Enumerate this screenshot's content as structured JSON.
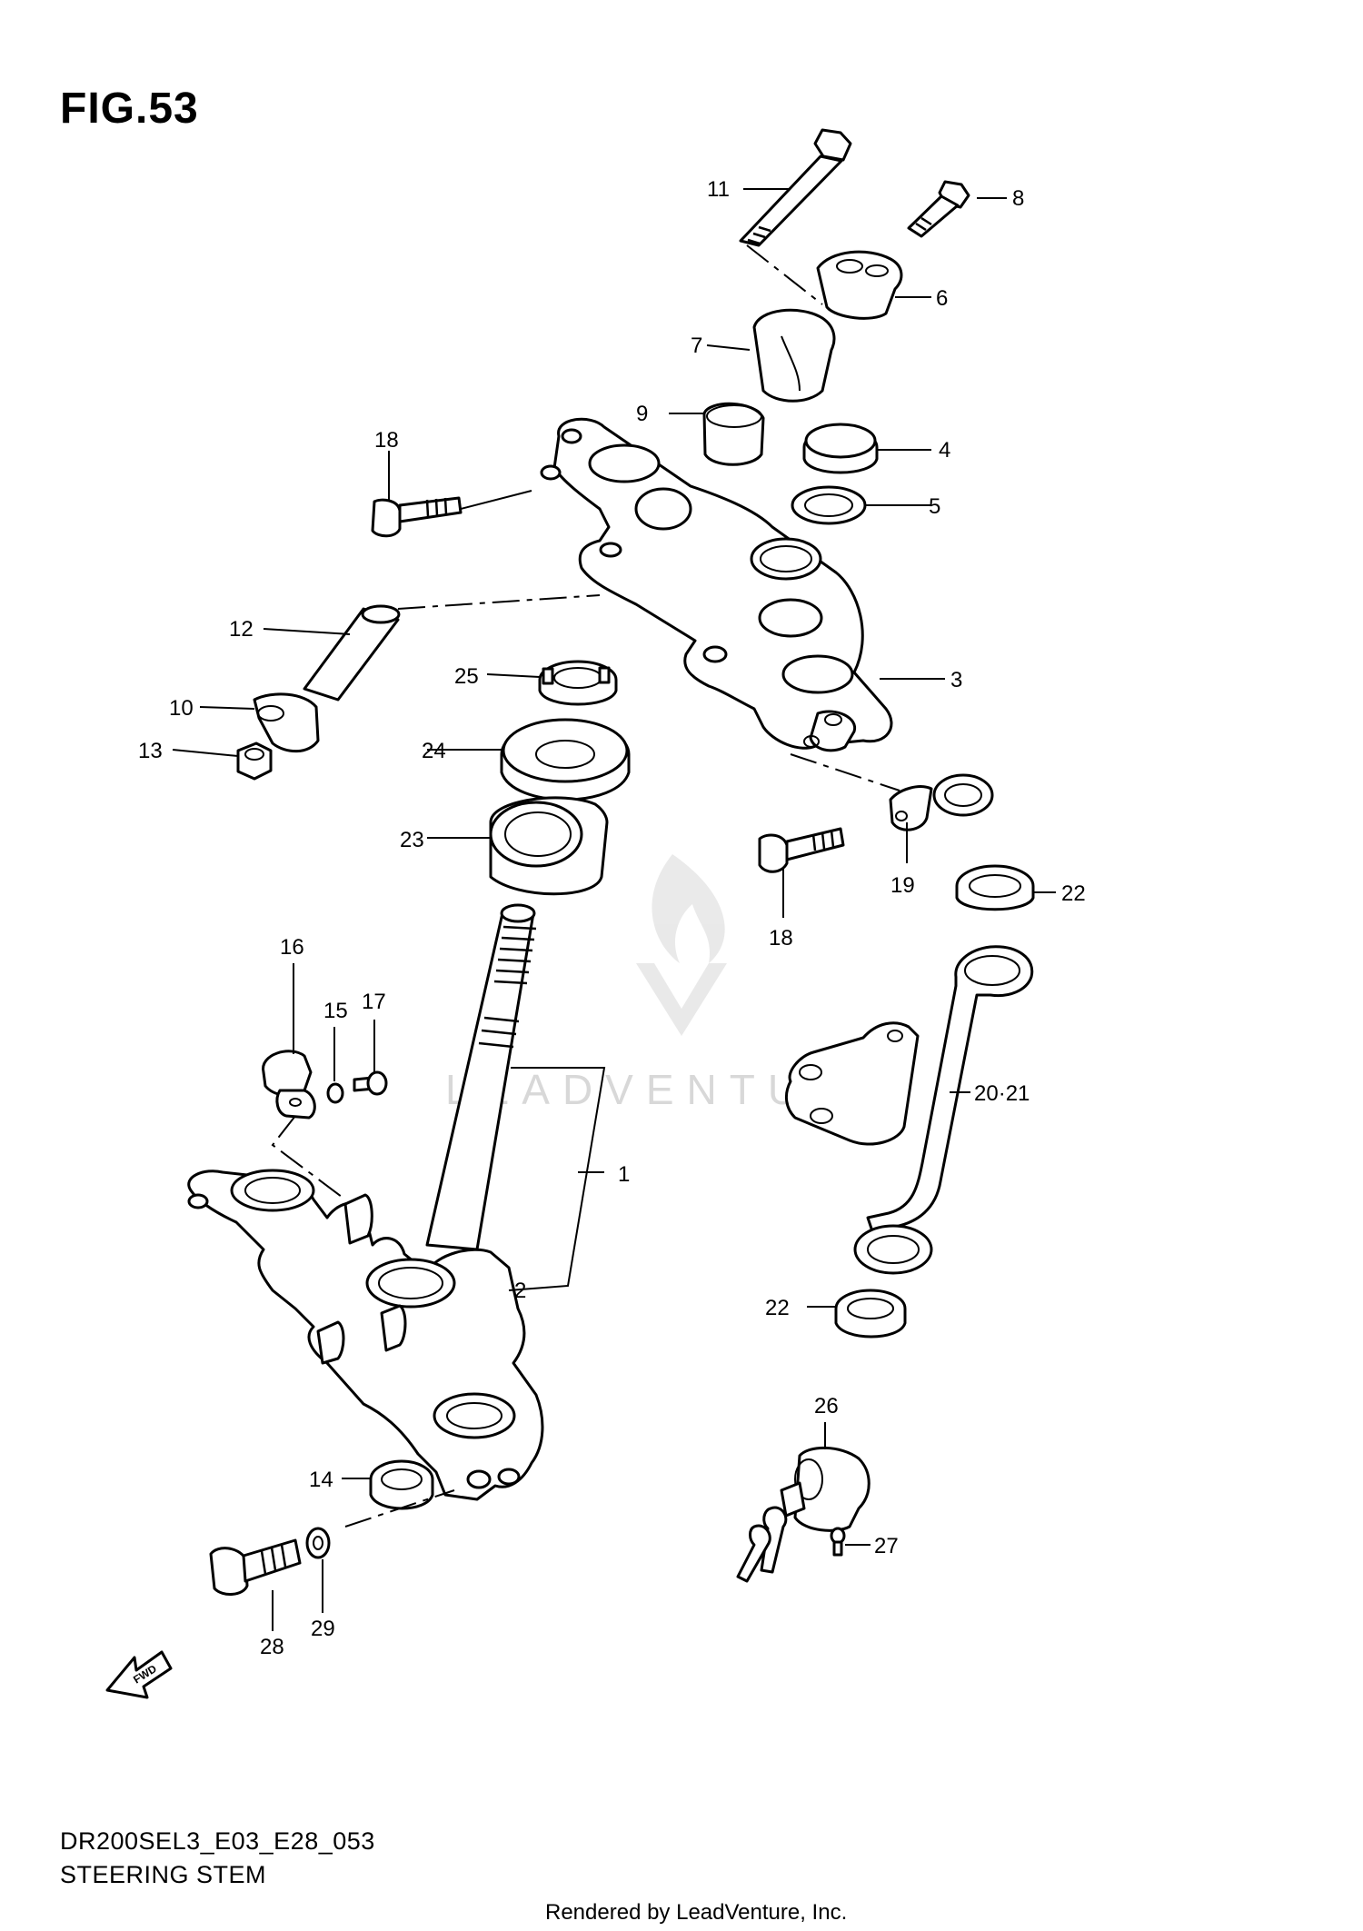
{
  "figure": {
    "title": "FIG.53"
  },
  "callouts": {
    "c1": "1",
    "c2": "2",
    "c3": "3",
    "c4": "4",
    "c5": "5",
    "c6": "6",
    "c7": "7",
    "c8": "8",
    "c9": "9",
    "c10": "10",
    "c11": "11",
    "c12": "12",
    "c13": "13",
    "c14": "14",
    "c15": "15",
    "c16": "16",
    "c17": "17",
    "c18a": "18",
    "c18b": "18",
    "c19": "19",
    "c2021": "20·21",
    "c22a": "22",
    "c22b": "22",
    "c23": "23",
    "c24": "24",
    "c25": "25",
    "c26": "26",
    "c27": "27",
    "c28": "28",
    "c29": "29"
  },
  "footer": {
    "model_code": "DR200SEL3_E03_E28_053",
    "section_name": "STEERING STEM",
    "rendered_by": "Rendered by LeadVenture, Inc."
  },
  "watermark": {
    "text": "LEADVENTURE"
  },
  "icons": {
    "fwd_arrow": "fwd-arrow-icon",
    "brand_logo": "leadventure-logo-icon"
  }
}
